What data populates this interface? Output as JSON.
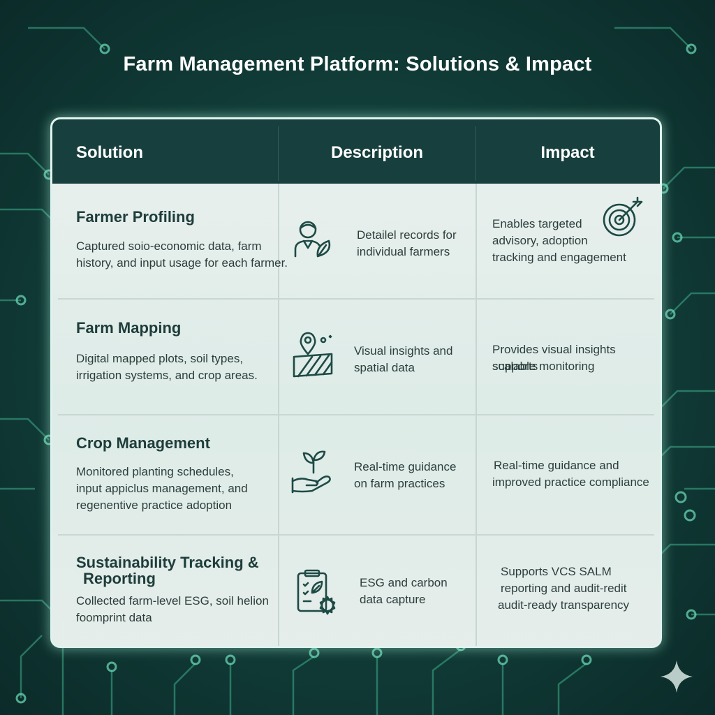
{
  "title": "Farm Management Platform: Solutions & Impact",
  "table": {
    "headers": {
      "solution": "Solution",
      "description": "Description",
      "impact": "Impact"
    },
    "rows": [
      {
        "solution_title": "Farmer Profiling",
        "solution_text_1": "Captured soio-economic data, farm",
        "solution_text_2": "history, and input usage for each farmer.",
        "solution_text_3": "",
        "description_1": "Detailel records for",
        "description_2": "individual farmers",
        "description_icon": "farmer-leaf-icon",
        "impact_1": "Enables targeted",
        "impact_2": "advisory, adoption",
        "impact_3": "tracking and engagement",
        "impact_icon": "target-arrow-icon"
      },
      {
        "solution_title": "Farm Mapping",
        "solution_text_1": "Digital mapped plots, soil types,",
        "solution_text_2": "irrigation systems, and crop areas.",
        "solution_text_3": "",
        "description_1": "Visual insights and",
        "description_2": "spatial data",
        "description_icon": "map-pin-field-icon",
        "impact_1": "Provides visual insights supports",
        "impact_2": "scalable monitoring",
        "impact_3": ""
      },
      {
        "solution_title": "Crop Management",
        "solution_text_1": "Monitored planting schedules,",
        "solution_text_2": "input appiclus management, and",
        "solution_text_3": "regenentive practice adoption",
        "description_1": "Real-time guidance",
        "description_2": "on farm practices",
        "description_icon": "hand-sprout-icon",
        "impact_1": "Real-time guidance and",
        "impact_2": "improved practice compliance",
        "impact_3": ""
      },
      {
        "solution_title_1": "Sustainability Tracking &",
        "solution_title_2": "Reporting",
        "solution_text_1": "Collected farm-level ESG, soil helion",
        "solution_text_2": "foomprint data",
        "solution_text_3": "",
        "description_1": "ESG and carbon",
        "description_2": "data capture",
        "description_icon": "clipboard-leaf-badge-icon",
        "impact_1": "Supports VCS SALM",
        "impact_2": "reporting and audit-redit",
        "impact_3": "audit-ready transparency"
      }
    ]
  },
  "colors": {
    "background": "#123f3a",
    "header": "#163f3d",
    "accent_glow": "#5fd6b0",
    "text_dark": "#1e3d3a"
  },
  "decor": {
    "corner_icon": "sparkle-icon"
  }
}
